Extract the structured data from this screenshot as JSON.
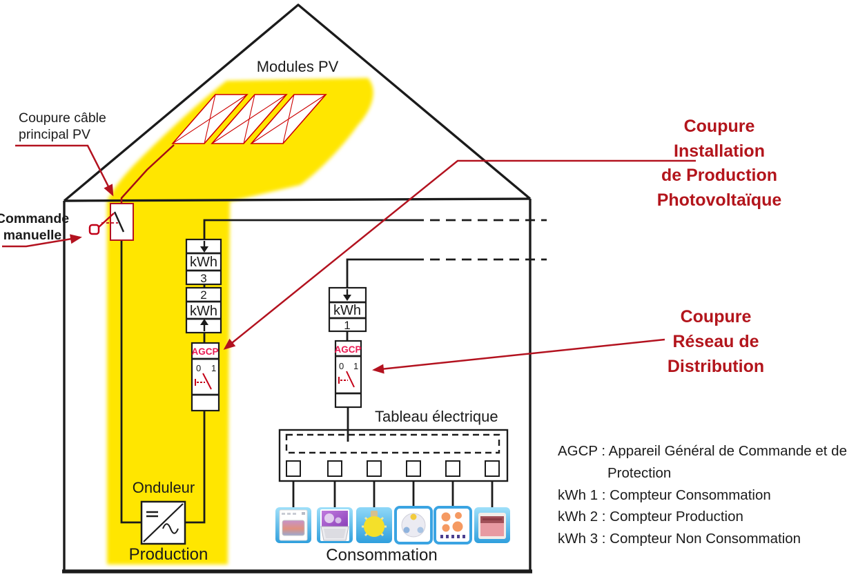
{
  "diagram": {
    "modules_label": "Modules PV",
    "labels": {
      "coupure_cable": {
        "lines": [
          "Coupure câble",
          "principal PV"
        ]
      },
      "commande_manuelle": {
        "lines": [
          "Commande",
          "manuelle"
        ]
      },
      "coupure_installation": {
        "lines": [
          "Coupure",
          "Installation",
          "de Production",
          "Photovoltaïque"
        ]
      },
      "coupure_reseau": {
        "lines": [
          "Coupure",
          "Réseau de",
          "Distribution"
        ]
      },
      "tableau_electrique": "Tableau électrique",
      "onduleur": "Onduleur",
      "production": "Production",
      "consommation": "Consommation"
    },
    "meters": {
      "kwh3": {
        "unit": "kWh",
        "num": "3"
      },
      "kwh2": {
        "unit": "kWh",
        "num": "2"
      },
      "kwh1": {
        "unit": "kWh",
        "num": "1"
      }
    },
    "agcp": {
      "label": "AGCP",
      "pos_off": "0",
      "pos_on": "1"
    },
    "legend": {
      "lines": [
        "AGCP : Appareil Général de Commande et de",
        "Protection",
        "kWh 1 : Compteur Consommation",
        "kWh 2 : Compteur Production",
        "kWh 3 : Compteur Non Consommation"
      ]
    },
    "consumption_icons": [
      "washing-machine",
      "dishwasher",
      "light-bulb",
      "power-socket",
      "cooktop",
      "oven"
    ],
    "colors": {
      "highlight_yellow": "#ffe606",
      "red_line": "#b3121f",
      "red_text": "#b3151c",
      "agcp_text": "#e91a52",
      "line_black": "#1b1b1b"
    }
  }
}
